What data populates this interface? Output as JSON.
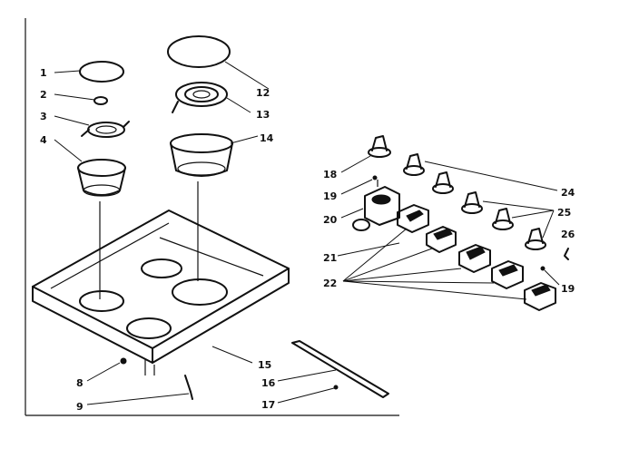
{
  "labels": {
    "l1": "1",
    "l2": "2",
    "l3": "3",
    "l4": "4",
    "l8": "8",
    "l9": "9",
    "l12": "12",
    "l13": "13",
    "l14": "14",
    "l15": "15",
    "l16": "16",
    "l17": "17",
    "l18": "18",
    "l19a": "19",
    "l19b": "19",
    "l20": "20",
    "l21": "21",
    "l22": "22",
    "l24": "24",
    "l25": "25",
    "l26": "26"
  }
}
